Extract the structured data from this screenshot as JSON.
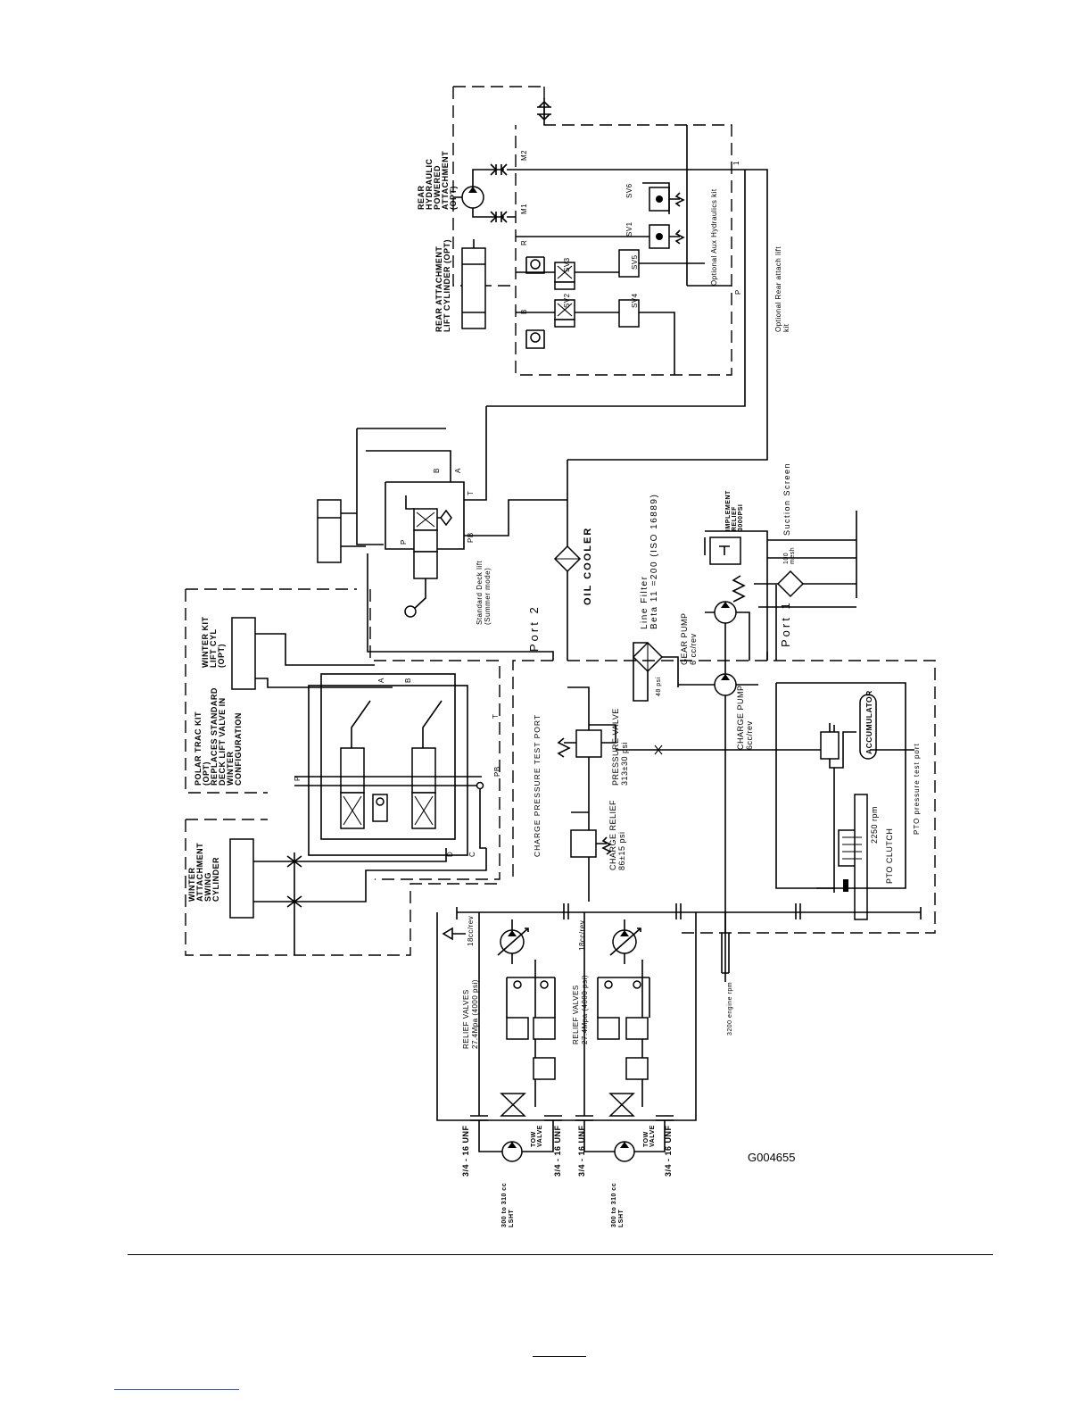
{
  "figure": {
    "id": "G004655",
    "labels": {
      "rear_hydraulic": [
        "REAR",
        "HYDRAULIC",
        "POWERED",
        "ATTACHMENT",
        "(OPT)"
      ],
      "rear_lift_cyl": [
        "REAR ATTACHMENT",
        "LIFT CYLINDER (OPT)"
      ],
      "optional_aux": "Optional Aux Hydraulics kit",
      "optional_rear_lift": [
        "Optional Rear attach lift",
        "kit"
      ],
      "m1": "M1",
      "m2": "M2",
      "r": "R",
      "b": "B",
      "p": "P",
      "t": "T",
      "a": "A",
      "pb": "PB",
      "c": "C",
      "d": "D",
      "one": "1",
      "sv1": "SV1",
      "sv2": "SV2",
      "sv3": "SV3",
      "sv4": "SV4",
      "sv5": "SV5",
      "sv6": "SV6",
      "std_deck_lift": [
        "Standard Deck lift",
        "(Summer mode)"
      ],
      "winter_lift": [
        "WINTER KIT",
        "LIFT CYL",
        "(OPT)"
      ],
      "polar_trac": [
        "POLAR TRAC KIT",
        "(OPT)",
        "REPLACES STANDARD",
        "DECK LIFT VALVE IN",
        "WINTER",
        "CONFIGURATION"
      ],
      "winter_swing": [
        "WINTER",
        "ATTACHMENT",
        "SWING",
        "CYLINDER"
      ],
      "port2": "Port 2",
      "port1": "Port 1",
      "oil_cooler": "OIL COOLER",
      "line_filter": [
        "Line Filter",
        "Beta 11 =200 (ISO 16889)"
      ],
      "gear_pump": [
        "GEAR PUMP",
        "6 cc/rev"
      ],
      "implement_relief": [
        "IMPLEMENT",
        "RELIEF",
        "3000PSI"
      ],
      "suction_screen": "Suction Screen",
      "mesh": [
        "100",
        "mesh"
      ],
      "charge_pump": [
        "CHARGE PUMP",
        "6cc/rev"
      ],
      "psi48": "48 psi",
      "pressure_valve": [
        "PRESSURE VALVE",
        "313±30 psi"
      ],
      "charge_test": "CHARGE PRESSURE TEST PORT",
      "charge_relief": [
        "CHARGE RELIEF",
        "86±15 psi"
      ],
      "accumulator": "ACCUMULATOR",
      "pto_test": "PTO pressure test port",
      "rpm2250": "2250 rpm",
      "pto_clutch": "PTO CLUTCH",
      "engine_rpm": "3200 engine rpm",
      "relief_left": [
        "RELIEF VALVES",
        "27.4Mpa (4000 psi)"
      ],
      "relief_right": [
        "RELIEF VALVES",
        "27.4Mpa (4000 psi)"
      ],
      "pump_left": "18cc/rev",
      "pump_right": "18cc/rev",
      "tow_valve": [
        "TOW",
        "VALVE"
      ],
      "unf": "3/4 - 16 UNF",
      "motor": [
        "300 to 310 cc",
        "LSHT"
      ]
    }
  }
}
